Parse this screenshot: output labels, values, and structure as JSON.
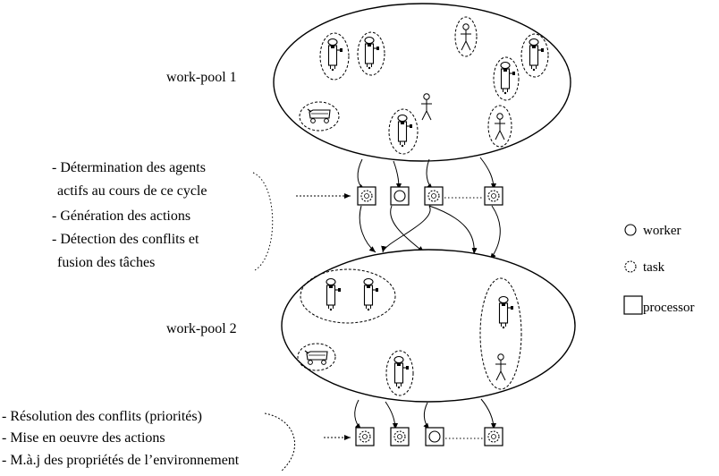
{
  "pools": {
    "pool1_label": "work-pool 1",
    "pool2_label": "work-pool 2"
  },
  "phase1_steps": [
    "- Détermination des agents",
    "actifs au cours de ce cycle",
    "- Génération des actions",
    "- Détection des conflits et",
    "fusion des tâches"
  ],
  "phase2_steps": [
    "- Résolution des conflits (priorités)",
    "- Mise en oeuvre des actions",
    "- M.à.j des propriétés de l’environnement"
  ],
  "legend": {
    "worker": "worker",
    "task": "task",
    "processor": "processor"
  },
  "icons": [
    "robot-icon",
    "person-icon",
    "cart-icon"
  ],
  "colors": {
    "stroke": "#000000",
    "background": "#ffffff"
  }
}
